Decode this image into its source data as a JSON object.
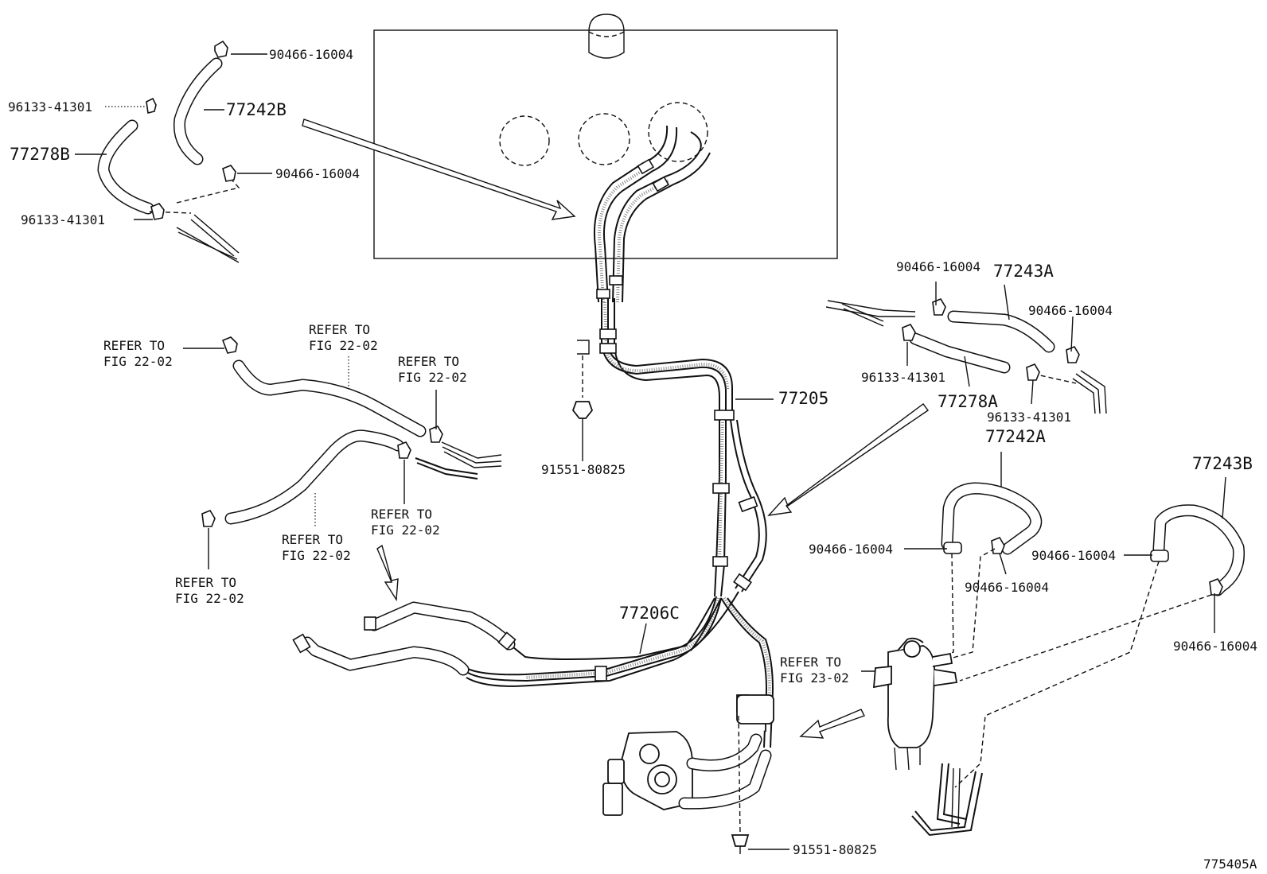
{
  "diagram_code": "775405A",
  "parts": {
    "p_77242B": "77242B",
    "p_77278B": "77278B",
    "p_77243A": "77243A",
    "p_77205": "77205",
    "p_77278A": "77278A",
    "p_77242A": "77242A",
    "p_77243B": "77243B",
    "p_77206C": "77206C"
  },
  "callouts": {
    "c1": "90466-16004",
    "c2": "96133-41301",
    "c3": "90466-16004",
    "c4": "96133-41301",
    "c5": "90466-16004",
    "c6": "90466-16004",
    "c7": "96133-41301",
    "c8": "96133-41301",
    "c9": "91551-80825",
    "c10": "90466-16004",
    "c11": "90466-16004",
    "c12": "90466-16004",
    "c13": "90466-16004",
    "c14": "91551-80825"
  },
  "refer": {
    "line1": "REFER TO",
    "fig_22_02": "FIG 22-02",
    "fig_23_02": "FIG 23-02"
  }
}
